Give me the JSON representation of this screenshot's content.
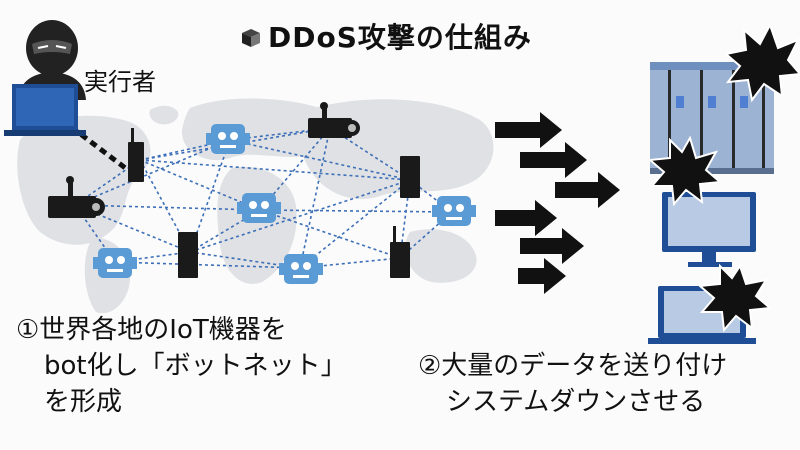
{
  "title": "DDoS攻撃の仕組み",
  "actor_label": "実行者",
  "step1": {
    "lines": [
      "①世界各地のIoT機器を",
      "bot化し「ボットネット」",
      "を形成"
    ]
  },
  "step2": {
    "lines": [
      "②大量のデータを送り付け",
      "システムダウンさせる"
    ]
  },
  "colors": {
    "map": "#dfe1e4",
    "device": "#1a1a1a",
    "robot": "#5b9bd5",
    "server": "#9cb3d3",
    "network_line": "#3d6fb8",
    "arrow": "#111111"
  },
  "icons": [
    "cube-icon",
    "hacker-icon",
    "laptop-icon",
    "router-icon",
    "camera-icon",
    "robot-icon",
    "arrow-icon",
    "server-rack-icon",
    "monitor-icon",
    "explosion-icon"
  ]
}
